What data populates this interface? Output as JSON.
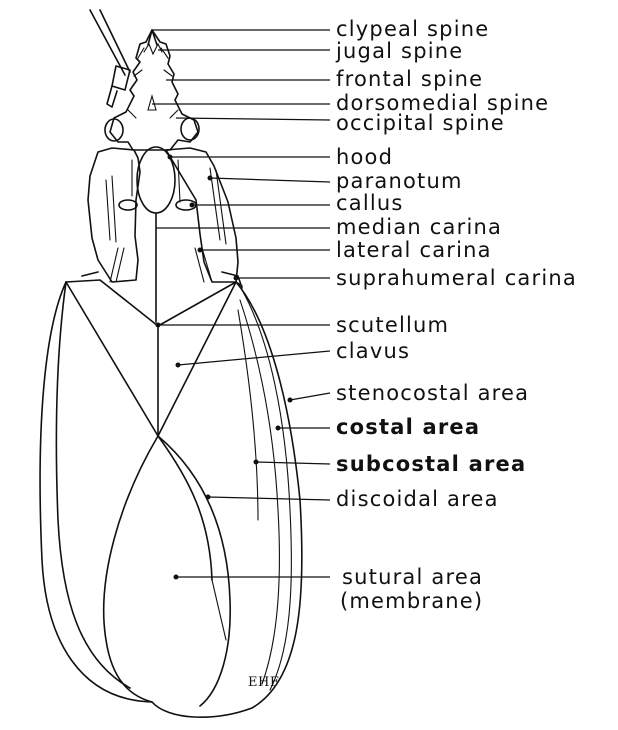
{
  "figure": {
    "labels": [
      {
        "id": "clypeal",
        "text": "clypeal spine"
      },
      {
        "id": "jugal",
        "text": "jugal spine"
      },
      {
        "id": "frontal",
        "text": "frontal spine"
      },
      {
        "id": "dorsomedial",
        "text": "dorsomedial spine"
      },
      {
        "id": "occipital",
        "text": "occipital spine"
      },
      {
        "id": "hood",
        "text": "hood"
      },
      {
        "id": "paranotum",
        "text": "paranotum"
      },
      {
        "id": "callus",
        "text": "callus"
      },
      {
        "id": "median_carina",
        "text": "median carina"
      },
      {
        "id": "lateral_carina",
        "text": "lateral carina"
      },
      {
        "id": "suprahumeral_carina",
        "text": "suprahumeral carina"
      },
      {
        "id": "scutellum",
        "text": "scutellum"
      },
      {
        "id": "clavus",
        "text": "clavus"
      },
      {
        "id": "stenocostal_area",
        "text": "stenocostal area"
      },
      {
        "id": "costal_area",
        "text": "costal area"
      },
      {
        "id": "subcostal_area",
        "text": "subcostal area"
      },
      {
        "id": "discoidal_area",
        "text": "discoidal area"
      },
      {
        "id": "sutural_area",
        "text": "sutural area"
      },
      {
        "id": "sutural_area_note",
        "text": "(membrane)"
      }
    ],
    "signature": "EHF"
  }
}
